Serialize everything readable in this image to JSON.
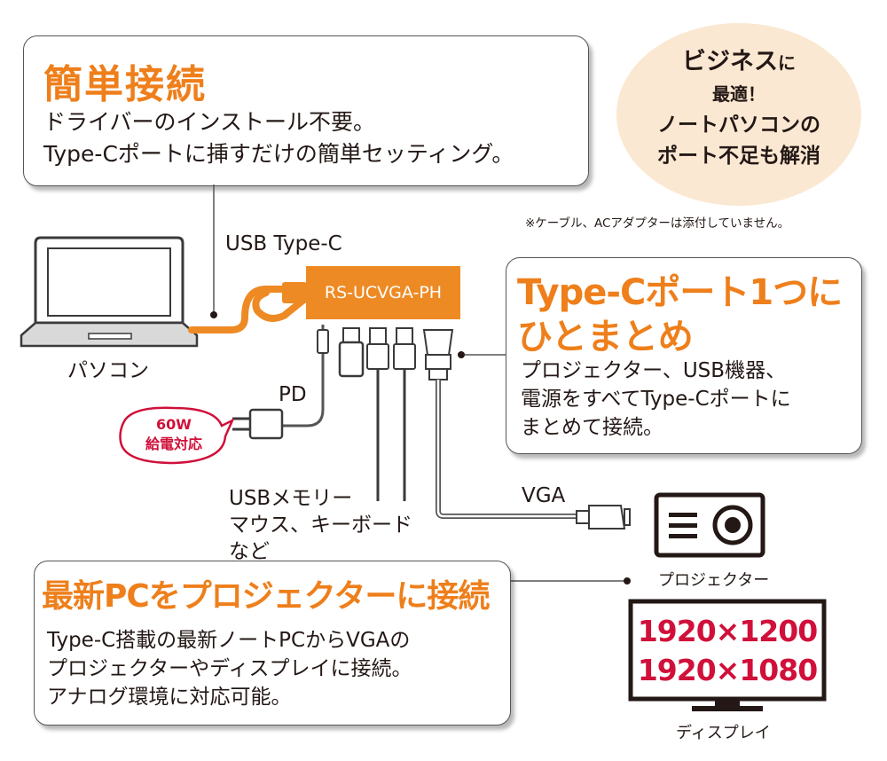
{
  "box1": {
    "title": "簡単接続",
    "line1": "ドライバーのインストール不要。",
    "line2": "Type-Cポートに挿すだけの簡単セッティング。"
  },
  "badge": {
    "line1_main": "ビジネス",
    "line1_suffix": "に",
    "line2": "最適！",
    "line3": "ノートパソコンの",
    "line4": "ポート不足も解消"
  },
  "note": "※ケーブル、ACアダプターは添付していません。",
  "labels": {
    "usb_type_c": "USB Type-C",
    "adapter": "RS-UCVGA-PH",
    "pc": "パソコン",
    "pd": "PD",
    "vga": "VGA",
    "usb_line1": "USBメモリー",
    "usb_line2": "マウス、キーボード",
    "usb_line3": "など",
    "projector": "プロジェクター",
    "display": "ディスプレイ"
  },
  "bubble": {
    "line1": "60W",
    "line2": "給電対応"
  },
  "box2": {
    "title1": "Type-Cポート1つに",
    "title2": "ひとまとめ",
    "line1": "プロジェクター、USB機器、",
    "line2": "電源をすべてType-Cポートに",
    "line3": "まとめて接続。"
  },
  "box3": {
    "title": "最新PCをプロジェクターに接続",
    "line1": "Type-C搭載の最新ノートPCからVGAの",
    "line2": "プロジェクターやディスプレイに接続。",
    "line3": "アナログ環境に対応可能。"
  },
  "resolutions": [
    "1920×1200",
    "1920×1080"
  ],
  "colors": {
    "accent": "#ee7f1b",
    "resolution": "#d0103a",
    "badge_bg": "#fbe8d2",
    "bubble_border": "#d0103a"
  }
}
